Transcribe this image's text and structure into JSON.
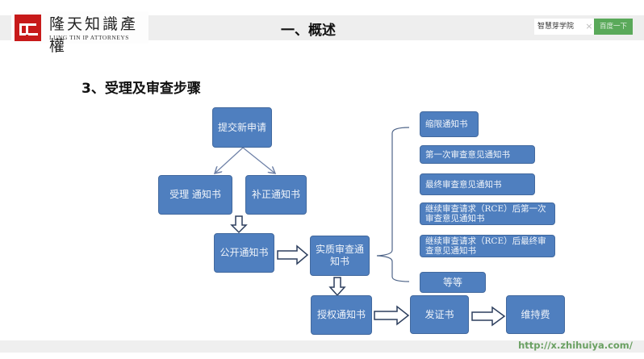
{
  "header": {
    "logo": {
      "icon": "lung-tin-logo-icon",
      "name_cn": "隆天知識產權",
      "name_en": "LUNG TIN IP ATTORNEYS",
      "brand_color": "#c71a1a"
    },
    "section_title": "一、概述",
    "search": {
      "value": "智慧芽学院",
      "clear_icon": "×",
      "button_label": "百度一下",
      "button_color": "#5aa95a"
    }
  },
  "slide": {
    "subtitle": "3、受理及审查步骤",
    "box_color": "#4f7fbf",
    "flow": {
      "submit": "提交新申请",
      "acceptance": "受理 通知书",
      "correction": "补正通知书",
      "publication": "公开通知书",
      "substantive": "实质审查通知书",
      "grant": "授权通知书",
      "certificate": "发证书",
      "maintenance": "维持费"
    },
    "notices": [
      "缩限通知书",
      "第一次审查意见通知书",
      "最终审查意见通知书",
      "继续审查请求（RCE）后第一次审查意见通知书",
      "继续审查请求（RCE）后最终审查意见通知书",
      "等等"
    ]
  },
  "footer": {
    "url": "http://x.zhihuiya.com/"
  }
}
